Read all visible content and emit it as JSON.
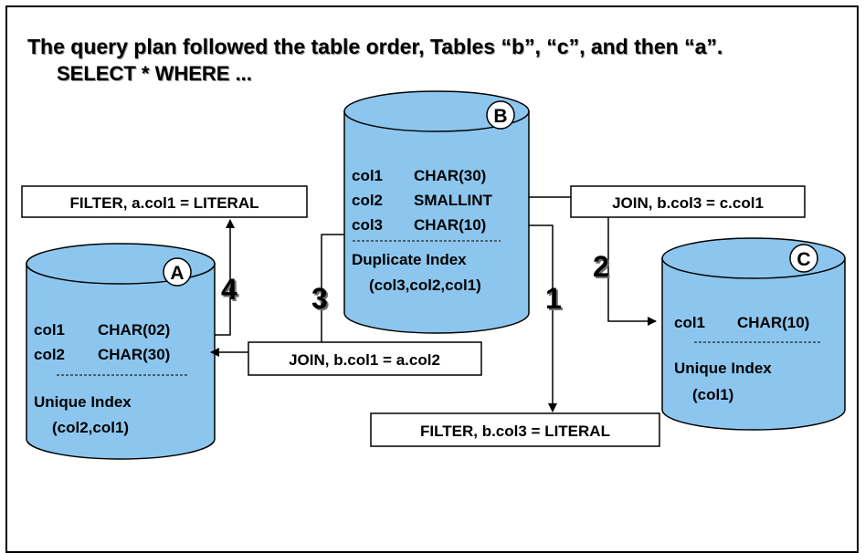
{
  "title": "The query plan followed the table order, Tables “b”, “c”, and then “a”.",
  "subtitle": "SELECT * WHERE ...",
  "tables": {
    "b": {
      "label": "B",
      "rows": [
        {
          "name": "col1",
          "type": "CHAR(30)"
        },
        {
          "name": "col2",
          "type": "SMALLINT"
        },
        {
          "name": "col3",
          "type": "CHAR(10)"
        }
      ],
      "index_title": "Duplicate Index",
      "index_cols": "(col3,col2,col1)"
    },
    "a": {
      "label": "A",
      "rows": [
        {
          "name": "col1",
          "type": "CHAR(02)"
        },
        {
          "name": "col2",
          "type": "CHAR(30)"
        }
      ],
      "index_title": "Unique Index",
      "index_cols": "(col2,col1)"
    },
    "c": {
      "label": "C",
      "rows": [
        {
          "name": "col1",
          "type": "CHAR(10)"
        }
      ],
      "index_title": "Unique Index",
      "index_cols": "(col1)"
    }
  },
  "boxes": {
    "filter_a": "FILTER, a.col1 = LITERAL",
    "join_bc": "JOIN, b.col3 = c.col1",
    "join_ba": "JOIN, b.col1 = a.col2",
    "filter_b": "FILTER, b.col3 = LITERAL"
  },
  "steps": [
    "1",
    "2",
    "3",
    "4"
  ],
  "colors": {
    "cylinder_fill": "#8cc6ee",
    "cylinder_edge": "#000000",
    "box_border": "#000000"
  }
}
